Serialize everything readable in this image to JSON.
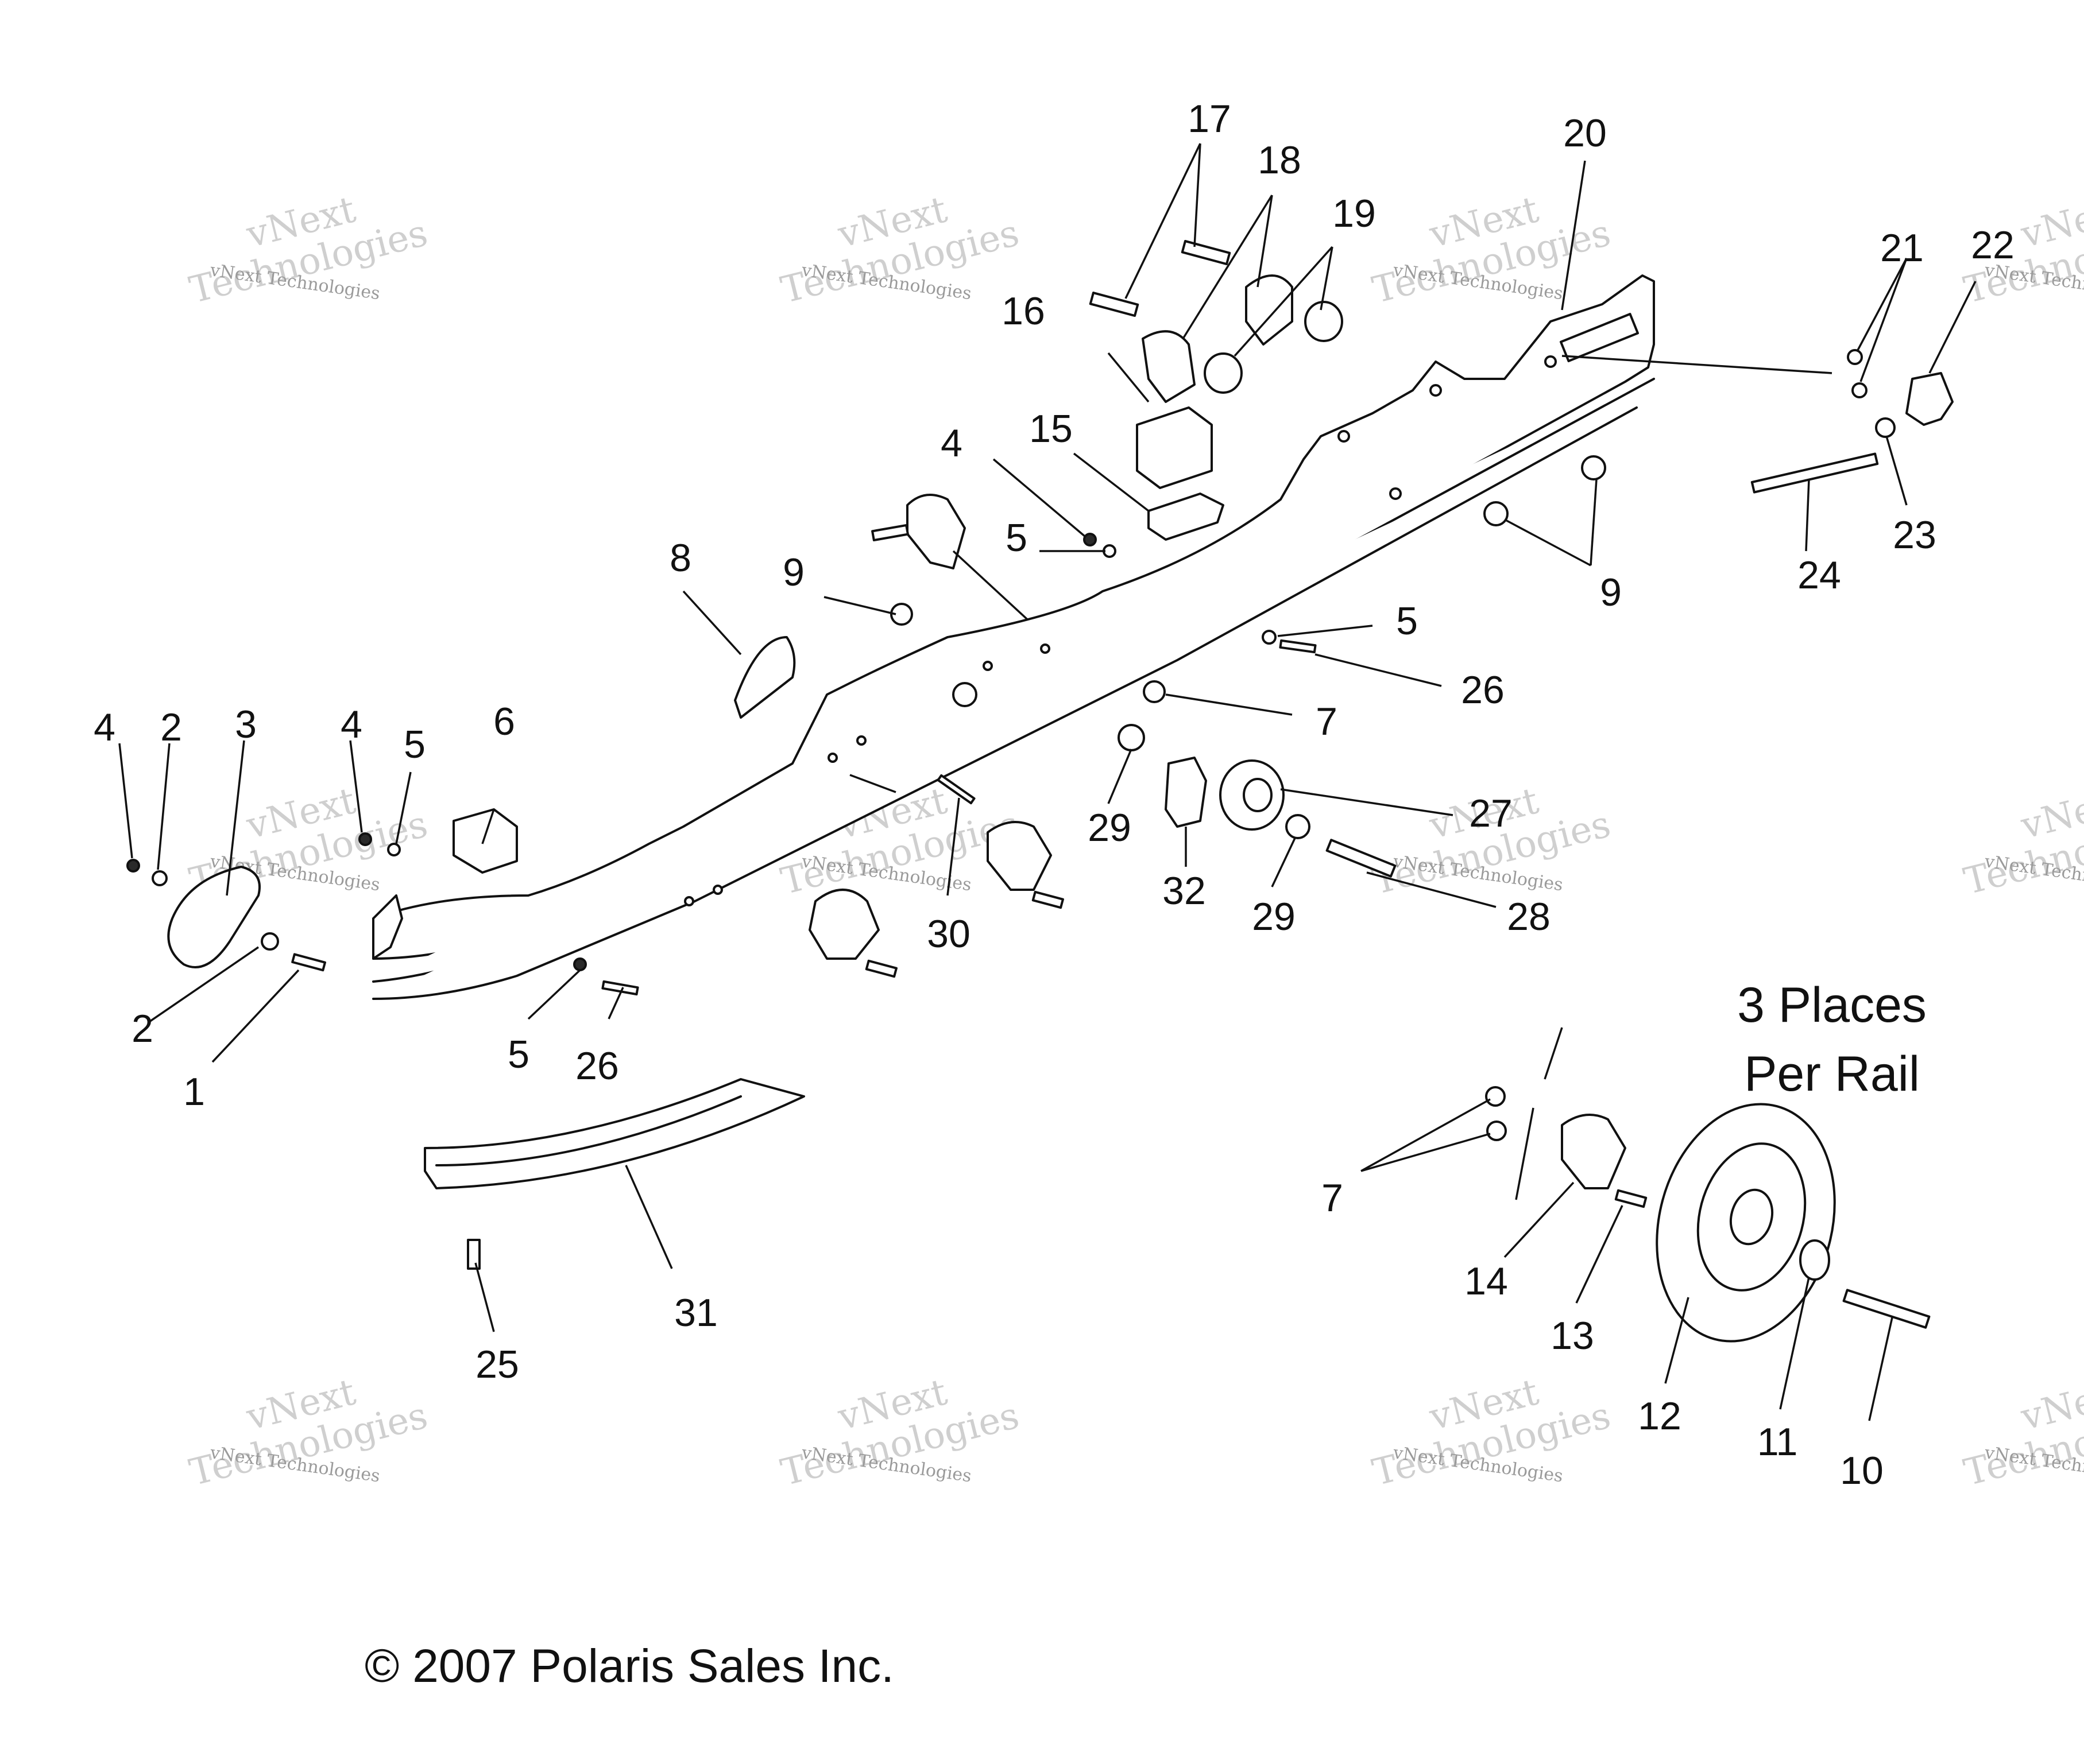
{
  "watermark": {
    "line1": "vNext Technologies",
    "line2": "vNext",
    "line3": "Technologies"
  },
  "callouts": {
    "c1": "1",
    "c2": "2",
    "c3": "3",
    "c4": "4",
    "c5": "5",
    "c6": "6",
    "c7": "7",
    "c8": "8",
    "c9": "9",
    "c10": "10",
    "c11": "11",
    "c12": "12",
    "c13": "13",
    "c14": "14",
    "c15": "15",
    "c16": "16",
    "c17": "17",
    "c18": "18",
    "c19": "19",
    "c20": "20",
    "c21": "21",
    "c22": "22",
    "c23": "23",
    "c24": "24",
    "c25": "25",
    "c26": "26",
    "c27": "27",
    "c28": "28",
    "c29": "29",
    "c30": "30",
    "c31": "31",
    "c32": "32"
  },
  "note": {
    "line1": "3 Places",
    "line2": "Per Rail"
  },
  "copyright": "© 2007 Polaris Sales Inc."
}
